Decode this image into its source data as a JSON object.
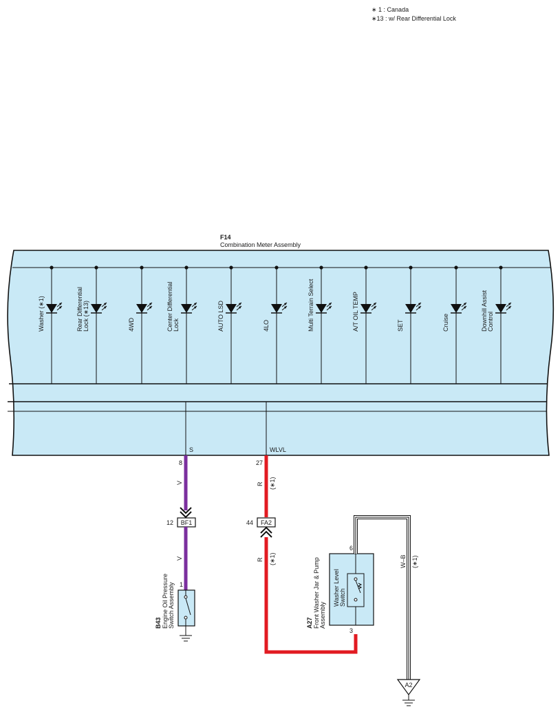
{
  "notes": [
    "∗ 1 : Canada",
    "∗13 : w/ Rear Differential Lock"
  ],
  "meter": {
    "code": "F14",
    "name": "Combination Meter Assembly",
    "indicators": [
      {
        "lines": [
          "Washer (∗1)"
        ]
      },
      {
        "lines": [
          "Rear Differential",
          "Lock (∗13)"
        ]
      },
      {
        "lines": [
          "4WD"
        ]
      },
      {
        "lines": [
          "Center Differential",
          "Lock"
        ]
      },
      {
        "lines": [
          "AUTO LSD"
        ]
      },
      {
        "lines": [
          "4LO"
        ]
      },
      {
        "lines": [
          "Multi Terrain Select"
        ]
      },
      {
        "lines": [
          "A/T OIL TEMP"
        ]
      },
      {
        "lines": [
          "SET"
        ]
      },
      {
        "lines": [
          "Cruise"
        ]
      },
      {
        "lines": [
          "Downhill Assist",
          "Control"
        ]
      }
    ],
    "terminals": {
      "s_name": "S",
      "s_pin": "8",
      "wlvl_name": "WLVL",
      "wlvl_pin": "27"
    }
  },
  "wires": {
    "v_color": "V",
    "r_color": "R",
    "r_note": "(∗1)",
    "wb_color": "W–B",
    "wb_note": "(∗1)",
    "colors": {
      "violet": "#7b2f9e",
      "red": "#e21b22",
      "panel": "#c9e9f6"
    }
  },
  "connectors": {
    "bf1": {
      "name": "BF1",
      "pin": "12"
    },
    "fa2": {
      "name": "FA2",
      "pin": "44"
    }
  },
  "oil_switch": {
    "code": "B43",
    "lines": [
      "Engine Oil Pressure",
      "Switch Assembly"
    ],
    "pin": "1"
  },
  "washer_jar": {
    "code": "A27",
    "lines": [
      "Front Washer Jar & Pump",
      "Assembly"
    ],
    "switch_lines": [
      "Washer Level",
      "Switch"
    ],
    "pin_top": "6",
    "pin_bottom": "3"
  },
  "ground": {
    "name": "A2"
  },
  "icons": [
    "led-icon",
    "ground-icon",
    "connector-arrow-icon",
    "pressure-switch-icon",
    "level-switch-icon"
  ]
}
